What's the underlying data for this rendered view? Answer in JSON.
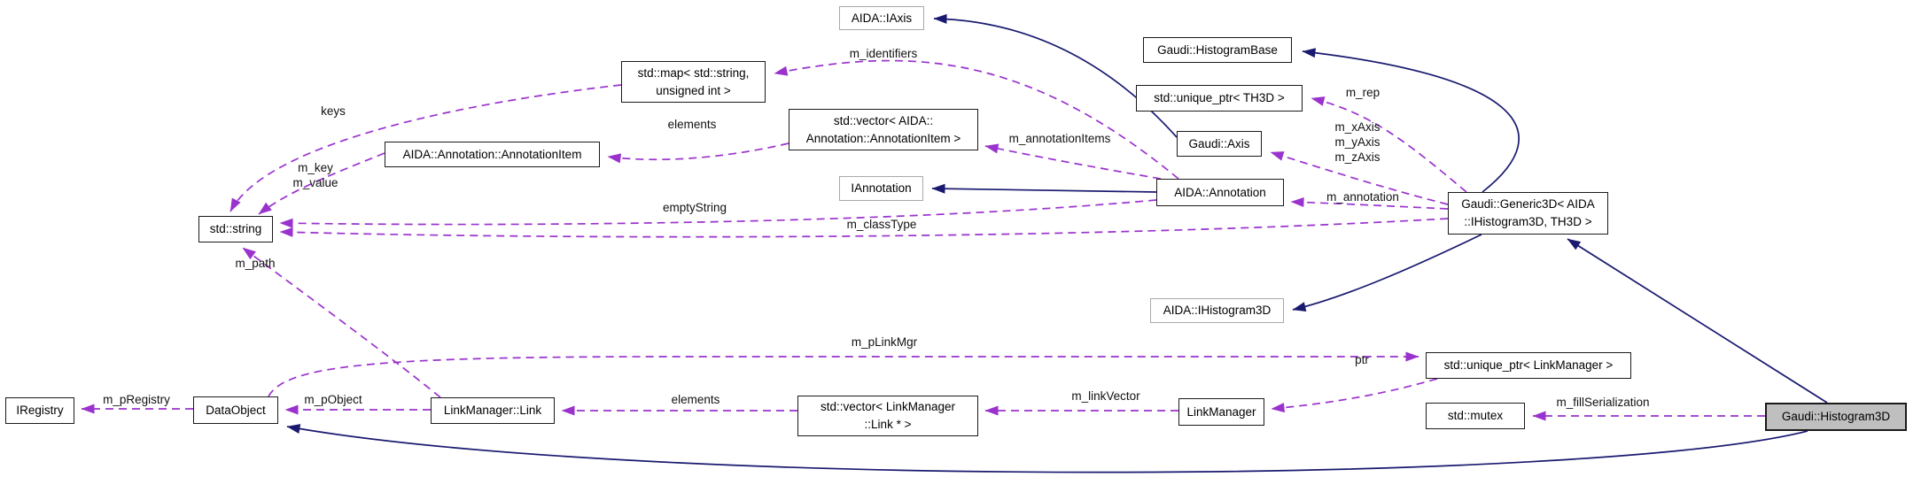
{
  "colors": {
    "inheritance": "#191970",
    "usage": "#9a32cd",
    "node_border": "#1a1a1a",
    "external_border": "#a9a9a9",
    "current_fill": "#bfbfbf",
    "background": "#ffffff"
  },
  "nodes": [
    {
      "label": "AIDA::IAxis",
      "kind": "external"
    },
    {
      "label": "Gaudi::HistogramBase",
      "kind": "class"
    },
    {
      "label": "std::unique_ptr< TH3D >",
      "kind": "class"
    },
    {
      "label": "Gaudi::Axis",
      "kind": "class"
    },
    {
      "label": "std::map< std::string,\nunsigned int >",
      "kind": "class"
    },
    {
      "label": "AIDA::Annotation::AnnotationItem",
      "kind": "class"
    },
    {
      "label": "std::vector< AIDA::\nAnnotation::AnnotationItem >",
      "kind": "class"
    },
    {
      "label": "IAnnotation",
      "kind": "external"
    },
    {
      "label": "AIDA::Annotation",
      "kind": "class"
    },
    {
      "label": "Gaudi::Generic3D< AIDA\n::IHistogram3D, TH3D >",
      "kind": "class"
    },
    {
      "label": "std::string",
      "kind": "class"
    },
    {
      "label": "AIDA::IHistogram3D",
      "kind": "external"
    },
    {
      "label": "IRegistry",
      "kind": "class"
    },
    {
      "label": "DataObject",
      "kind": "class"
    },
    {
      "label": "LinkManager::Link",
      "kind": "class"
    },
    {
      "label": "std::vector< LinkManager\n::Link * >",
      "kind": "class"
    },
    {
      "label": "LinkManager",
      "kind": "class"
    },
    {
      "label": "std::unique_ptr< LinkManager >",
      "kind": "class"
    },
    {
      "label": "std::mutex",
      "kind": "class"
    },
    {
      "label": "Gaudi::Histogram3D",
      "kind": "current"
    }
  ],
  "edge_labels": [
    {
      "text": "m_identifiers"
    },
    {
      "text": "keys"
    },
    {
      "text": "elements"
    },
    {
      "text": "m_annotationItems"
    },
    {
      "text": "m_key\nm_value"
    },
    {
      "text": "m_rep"
    },
    {
      "text": "m_xAxis\nm_yAxis\nm_zAxis"
    },
    {
      "text": "m_annotation"
    },
    {
      "text": "emptyString"
    },
    {
      "text": "m_classType"
    },
    {
      "text": "m_path"
    },
    {
      "text": "m_pLinkMgr"
    },
    {
      "text": "m_pRegistry"
    },
    {
      "text": "m_pObject"
    },
    {
      "text": "elements"
    },
    {
      "text": "m_linkVector"
    },
    {
      "text": "ptr"
    },
    {
      "text": "m_fillSerialization"
    }
  ]
}
